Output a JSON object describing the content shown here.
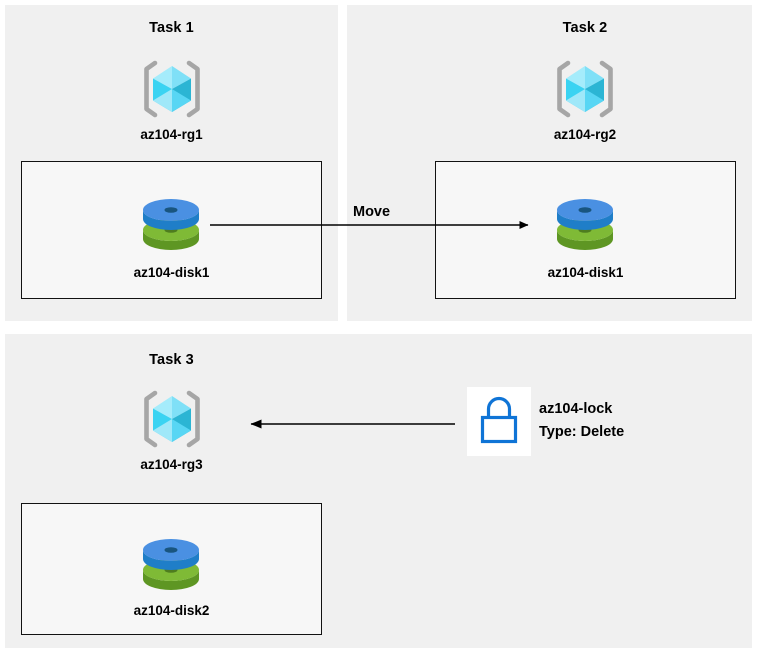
{
  "diagram": {
    "title": "Azure resource group tasks diagram",
    "background": "#ffffff",
    "panel_background": "#f0f0f0",
    "box_border": "#121212",
    "box_fill": "#f7f7f7"
  },
  "panels": [
    {
      "id": "task1",
      "task_title": "Task 1",
      "resource_group": {
        "icon": "azure-resource-group-icon",
        "label": "az104-rg1"
      },
      "resource": {
        "icon": "azure-managed-disk-icon",
        "label": "az104-disk1"
      }
    },
    {
      "id": "task2",
      "task_title": "Task 2",
      "resource_group": {
        "icon": "azure-resource-group-icon",
        "label": "az104-rg2"
      },
      "resource": {
        "icon": "azure-managed-disk-icon",
        "label": "az104-disk1"
      }
    },
    {
      "id": "task3",
      "task_title": "Task 3",
      "resource_group": {
        "icon": "azure-resource-group-icon",
        "label": "az104-rg3"
      },
      "resource": {
        "icon": "azure-managed-disk-icon",
        "label": "az104-disk2"
      }
    }
  ],
  "connectors": [
    {
      "id": "move-arrow",
      "label": "Move",
      "from": "az104-disk1 in az104-rg1",
      "to": "az104-disk1 in az104-rg2",
      "direction": "right",
      "color": "#000000"
    },
    {
      "id": "lock-arrow",
      "label": "",
      "from": "az104-lock",
      "to": "az104-rg3",
      "direction": "left",
      "color": "#000000"
    }
  ],
  "lock": {
    "icon": "padlock-icon",
    "name": "az104-lock",
    "type_line": "Type: Delete",
    "icon_color": "#0f74d6",
    "tile_background": "#ffffff"
  },
  "icon_colors": {
    "rg_bracket": "#a6a6a6",
    "cube_top_left": "#a5ecfb",
    "cube_top_right": "#7fe0f7",
    "cube_left": "#35d0f2",
    "cube_right": "#2bb5d4",
    "cube_bottom_left": "#9fe8f9",
    "cube_bottom_right": "#5fd8f5",
    "disk_blue_top": "#4a90e2",
    "disk_blue_side": "#1f7ec8",
    "disk_blue_hole": "#19557f",
    "disk_green_top": "#7fba36",
    "disk_green_side": "#5e9623",
    "disk_green_hole": "#4e7d1f"
  }
}
